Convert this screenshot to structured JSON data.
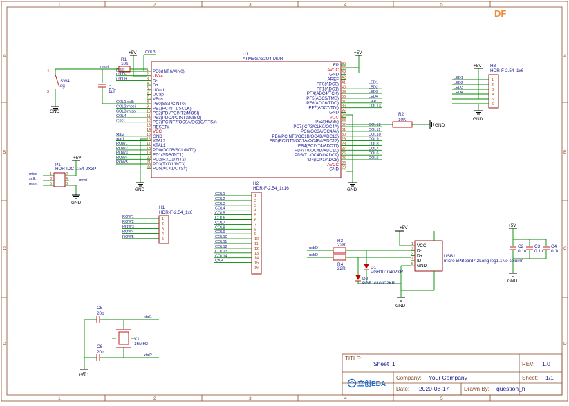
{
  "watermark": "DF",
  "watermark_suffix": "",
  "border": {
    "top_numbers": [
      "1",
      "2",
      "3",
      "4",
      "5"
    ],
    "bottom_numbers": [
      "1",
      "2",
      "3",
      "4",
      "5"
    ],
    "left_letters": [
      "A",
      "B",
      "C",
      "D"
    ],
    "right_letters": [
      "A",
      "B",
      "C",
      "D"
    ]
  },
  "title_block": {
    "title_label": "TITLE:",
    "title_value": "Sheet_1",
    "rev_label": "REV:",
    "rev_value": "1.0",
    "company_label": "Company:",
    "company_value": "Your Company",
    "sheet_label": "Sheet:",
    "sheet_value": "1/1",
    "date_label": "Date:",
    "date_value": "2020-08-17",
    "drawn_label": "Drawn By:",
    "drawn_value": "question_h",
    "logo_text": "立创EDA"
  },
  "mcu": {
    "ref": "U1",
    "part": "ATMEGA32U4-MUR",
    "left_pins": [
      {
        "num": "1",
        "name": "PE6(INT.6/AIN0)",
        "red": false
      },
      {
        "num": "2",
        "name": "UVcc",
        "red": true
      },
      {
        "num": "3",
        "name": "D-",
        "red": false
      },
      {
        "num": "4",
        "name": "D+",
        "red": false
      },
      {
        "num": "5",
        "name": "UGnd",
        "red": false
      },
      {
        "num": "6",
        "name": "UCap",
        "red": false
      },
      {
        "num": "7",
        "name": "VBus",
        "red": false
      },
      {
        "num": "8",
        "name": "PB0(SS/PCINT0)",
        "red": false
      },
      {
        "num": "9",
        "name": "PB1(PCINT1/SCLK)",
        "red": false
      },
      {
        "num": "10",
        "name": "PB2(PDI/PCINT2/MOSI)",
        "red": false
      },
      {
        "num": "11",
        "name": "PB3(PDO/PCINT3/MISO)",
        "red": false
      },
      {
        "num": "12",
        "name": "PB7(PCINT7/OC0A/OC1C/RTS#)",
        "red": false
      },
      {
        "num": "13",
        "name": "RESET#",
        "red": false
      },
      {
        "num": "14",
        "name": "VCC",
        "red": true
      },
      {
        "num": "15",
        "name": "GND",
        "red": false
      },
      {
        "num": "16",
        "name": "XTAL2",
        "red": false
      },
      {
        "num": "17",
        "name": "XTAL1",
        "red": false
      },
      {
        "num": "18",
        "name": "PD0(OC0B/SCL/INT0)",
        "red": false
      },
      {
        "num": "19",
        "name": "PD1(SDA/INT1)",
        "red": false
      },
      {
        "num": "20",
        "name": "PD2(RXD1/INT2)",
        "red": false
      },
      {
        "num": "21",
        "name": "PD3(TXD1/INT3)",
        "red": false
      },
      {
        "num": "22",
        "name": "PD5(XCK1/CTS#)",
        "red": false
      }
    ],
    "right_pins": [
      {
        "num": "45",
        "name": "EP",
        "red": false
      },
      {
        "num": "44",
        "name": "AVCC",
        "red": true
      },
      {
        "num": "43",
        "name": "GND",
        "red": false
      },
      {
        "num": "42",
        "name": "AREF",
        "red": false
      },
      {
        "num": "41",
        "name": "PF0(ADC0)",
        "red": false
      },
      {
        "num": "40",
        "name": "PF1(ADC1)",
        "red": false
      },
      {
        "num": "39",
        "name": "PF4(ADC4/TCK)",
        "red": false
      },
      {
        "num": "38",
        "name": "PF5(ADC5/TMS)",
        "red": false
      },
      {
        "num": "37",
        "name": "PF6(ADC6/TDO)",
        "red": false
      },
      {
        "num": "36",
        "name": "PF7(ADC7/TDI)",
        "red": false
      },
      {
        "num": "35",
        "name": "GND",
        "red": false
      },
      {
        "num": "34",
        "name": "VCC",
        "red": true
      },
      {
        "num": "33",
        "name": "PE2(HWB#)",
        "red": false
      },
      {
        "num": "32",
        "name": "PC7(ICP3/CLK0/OC4A)",
        "red": false
      },
      {
        "num": "31",
        "name": "PC6(OC3A/OC4A#)",
        "red": false
      },
      {
        "num": "30",
        "name": "PB6(PCINT6/OC1B/OC4B/ADC13)",
        "red": false
      },
      {
        "num": "29",
        "name": "PB5(PCINT5/OC1A/OC4B#/ADC12)",
        "red": false
      },
      {
        "num": "28",
        "name": "PB4(PCINT4/ADC11)",
        "red": false
      },
      {
        "num": "27",
        "name": "PD7(T0/OC4D/ADC10)",
        "red": false
      },
      {
        "num": "26",
        "name": "PD6(T1/OC4D#/ADC9)",
        "red": false
      },
      {
        "num": "25",
        "name": "PD4(ICP1/ADC8)",
        "red": false
      },
      {
        "num": "24",
        "name": "AVCC",
        "red": true
      },
      {
        "num": "23",
        "name": "GND",
        "red": false
      }
    ],
    "left_nets": [
      "reset",
      "usbD-",
      "usbD+",
      "",
      "",
      "",
      "",
      "COL1 sclk",
      "COL2 mosi",
      "COL3 miso",
      "COL4",
      "reset",
      "",
      "",
      "xtal2",
      "xtal1",
      "ROW1",
      "ROW2",
      "ROW3",
      "ROW4",
      "ROW5",
      ""
    ],
    "right_nets": [
      "",
      "",
      "",
      "",
      "LED1",
      "LED2",
      "LED3",
      "LED4",
      "CAP",
      "COL13",
      "",
      "",
      "",
      "COL12",
      "COL11",
      "COL10",
      "COL9",
      "COL8",
      "COL7",
      "COL6",
      "COL5",
      "",
      ""
    ],
    "top_net": "COL3"
  },
  "power": {
    "vcc": "+5V",
    "gnd": "GND"
  },
  "r1": {
    "ref": "R1",
    "value": "10k"
  },
  "c1": {
    "ref": "C1",
    "value": "1uF"
  },
  "sw4": {
    "ref": "SW4",
    "value": "sg"
  },
  "r2": {
    "ref": "R2",
    "value": "10K",
    "net": "GND"
  },
  "p1": {
    "ref": "P1",
    "part": "HDR-IDC-2.54-2X3P",
    "left_nets": [
      "miso",
      "sclk",
      "reset"
    ],
    "right_nets": [
      "",
      "mosi",
      ""
    ],
    "left_nums": [
      "1",
      "3",
      "5"
    ],
    "right_nums": [
      "2",
      "4",
      "6"
    ]
  },
  "h1": {
    "ref": "H1",
    "part": "HDR-F-2.54_1x6",
    "nets": [
      "ROW1",
      "ROW2",
      "ROW3",
      "ROW4",
      "ROW5"
    ],
    "nums": [
      "1",
      "2",
      "3",
      "4",
      "5"
    ]
  },
  "h2": {
    "ref": "H2",
    "part": "HDR-F-2.54_1x16",
    "nets": [
      "COL1",
      "COL2",
      "COL3",
      "COL4",
      "COL5",
      "COL6",
      "COL7",
      "COL8",
      "COL9",
      "COL10",
      "COL11",
      "COL12",
      "COL13",
      "COL14",
      "CAP",
      ""
    ],
    "nums": [
      "1",
      "2",
      "3",
      "4",
      "5",
      "6",
      "7",
      "8",
      "9",
      "10",
      "11",
      "12",
      "13",
      "14",
      "15",
      "16"
    ]
  },
  "h3": {
    "ref": "H3",
    "part": "HDR-F-2.54_1x6",
    "nets": [
      "LED1",
      "LED2",
      "LED3",
      "LED4",
      "",
      ""
    ],
    "nums": [
      "1",
      "2",
      "3",
      "4",
      "5",
      "6"
    ]
  },
  "usb": {
    "ref": "USB1",
    "part": "micro 5PBoard7.2Long leg1.1No column",
    "pins": [
      "VCC",
      "D-",
      "D+",
      "ID",
      "GND"
    ],
    "pin_nums": [
      "1",
      "2",
      "3",
      "4",
      "5"
    ],
    "nets": [
      "usbD-",
      "usbD+"
    ]
  },
  "r3": {
    "ref": "R3",
    "value": "22R"
  },
  "r4": {
    "ref": "R4",
    "value": "22R"
  },
  "d1": {
    "ref": "D1",
    "part": "PGB1010402KR"
  },
  "d2": {
    "ref": "D2",
    "part": "PGB1010402KR"
  },
  "caps": [
    {
      "ref": "C2",
      "value": "0.1u"
    },
    {
      "ref": "C3",
      "value": "0.1u"
    },
    {
      "ref": "C4",
      "value": "0.1u"
    }
  ],
  "xtal": {
    "ref": "X1",
    "value": "16MHz",
    "c5": "C5",
    "c5v": "20p",
    "c6": "C6",
    "c6v": "20p",
    "net1": "xtal1",
    "net2": "xtal2"
  }
}
